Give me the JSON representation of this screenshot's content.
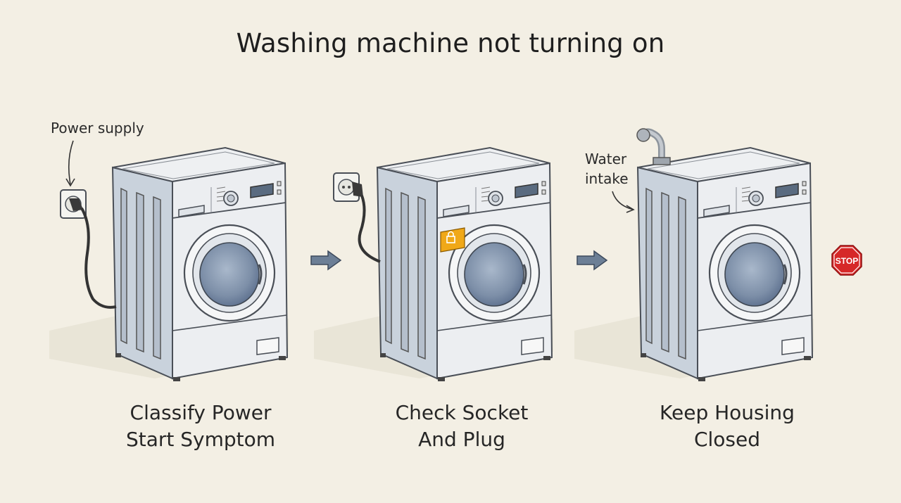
{
  "title": "Washing machine not turning on",
  "annotations": {
    "power_supply": "Power supply",
    "water_intake_line1": "Water",
    "water_intake_line2": "intake"
  },
  "steps": [
    {
      "line1": "Classify Power",
      "line2": "Start Symptom"
    },
    {
      "line1": "Check Socket",
      "line2": "And Plug"
    },
    {
      "line1": "Keep Housing",
      "line2": "Closed"
    }
  ],
  "stop_sign": {
    "text": "STOP",
    "color": "#d62828"
  },
  "colors": {
    "background": "#f3efe4",
    "machine_body": "#e9ecef",
    "machine_side": "#c9d2dc",
    "drum_glass": "#8a9bb3",
    "arrow": "#6c7f96",
    "warning_label": "#f0a818"
  },
  "icons": [
    "arrow-right-icon",
    "lock-icon",
    "stop-sign-icon",
    "plug-icon",
    "socket-icon",
    "water-pipe-icon"
  ]
}
